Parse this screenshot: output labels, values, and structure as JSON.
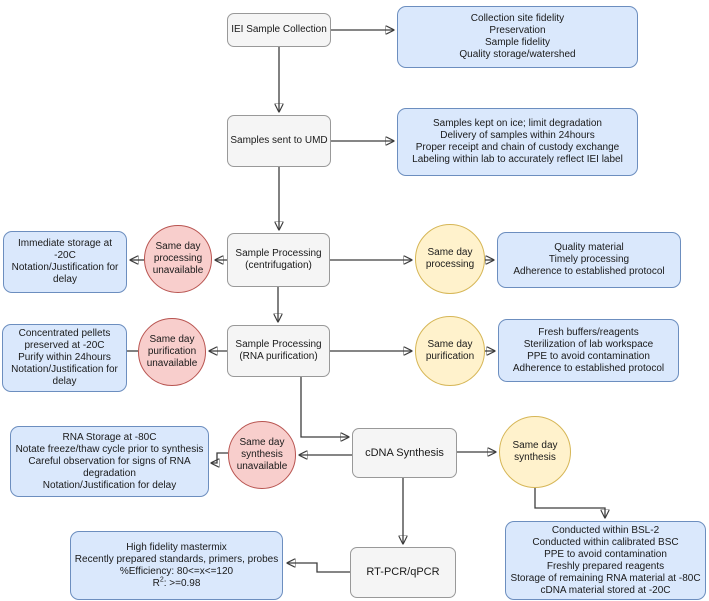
{
  "colors": {
    "process_fill": "#f5f5f5",
    "process_border": "#999999",
    "info_fill": "#dae8fc",
    "info_border": "#6c8ebf",
    "fail_fill": "#f8cecc",
    "fail_border": "#b85450",
    "ok_fill": "#fff2cc",
    "ok_border": "#d6b656",
    "connector": "#3d3d3d"
  },
  "process_nodes": {
    "iei": {
      "lines": [
        "IEI Sample Collection"
      ]
    },
    "umd": {
      "lines": [
        "Samples sent to UMD"
      ]
    },
    "centrifugation": {
      "lines": [
        "Sample Processing",
        "(centrifugation)"
      ]
    },
    "rna": {
      "lines": [
        "Sample Processing",
        "(RNA purification)"
      ]
    },
    "cdna": {
      "lines": [
        "cDNA Synthesis"
      ]
    },
    "rtpcr": {
      "lines": [
        "RT-PCR/qPCR"
      ]
    }
  },
  "fail_circles": {
    "processing": {
      "lines": [
        "Same day",
        "processing",
        "unavailable"
      ]
    },
    "purification": {
      "lines": [
        "Same day",
        "purification",
        "unavailable"
      ]
    },
    "synthesis": {
      "lines": [
        "Same day",
        "synthesis",
        "unavailable"
      ]
    }
  },
  "ok_circles": {
    "processing": {
      "lines": [
        "Same day",
        "processing"
      ]
    },
    "purification": {
      "lines": [
        "Same day",
        "purification"
      ]
    },
    "synthesis": {
      "lines": [
        "Same day",
        "synthesis"
      ]
    }
  },
  "info_boxes": {
    "collection": {
      "lines": [
        "Collection site fidelity",
        "Preservation",
        "Sample fidelity",
        "Quality storage/watershed"
      ]
    },
    "transport": {
      "lines": [
        "Samples kept on ice; limit degradation",
        "Delivery of samples within 24hours",
        "Proper receipt and chain of custody exchange",
        "Labeling within lab to accurately reflect IEI label"
      ]
    },
    "processing_ok": {
      "lines": [
        "Quality material",
        "Timely processing",
        "Adherence to established protocol"
      ]
    },
    "purification_ok": {
      "lines": [
        "Fresh buffers/reagents",
        "Sterilization of lab workspace",
        "PPE to avoid contamination",
        "Adherence to established protocol"
      ]
    },
    "synthesis_ok": {
      "lines": [
        "Conducted within BSL-2",
        "Conducted within calibrated BSC",
        "PPE to avoid contamination",
        "Freshly prepared reagents",
        "Storage of remaining RNA material at -80C",
        "cDNA material stored at -20C"
      ]
    },
    "processing_fail": {
      "lines": [
        "Immediate storage at",
        "-20C",
        "Notation/Justification for",
        "delay"
      ]
    },
    "purification_fail": {
      "lines": [
        "Concentrated pellets",
        "preserved at -20C",
        "Purify within 24hours",
        "Notation/Justification for",
        "delay"
      ]
    },
    "synthesis_fail": {
      "lines": [
        "RNA Storage at -80C",
        "Notate freeze/thaw cycle prior to synthesis",
        "Careful observation for signs of RNA",
        "degradation",
        "Notation/Justification for delay"
      ]
    },
    "rtpcr_quality": {
      "lines": [
        "High fidelity mastermix",
        "Recently prepared standards, primers, probes",
        "%Efficiency: 80<=x<=120"
      ],
      "r2": {
        "base": "R",
        "sup": "2",
        "rest": ": >=0.98"
      }
    }
  }
}
